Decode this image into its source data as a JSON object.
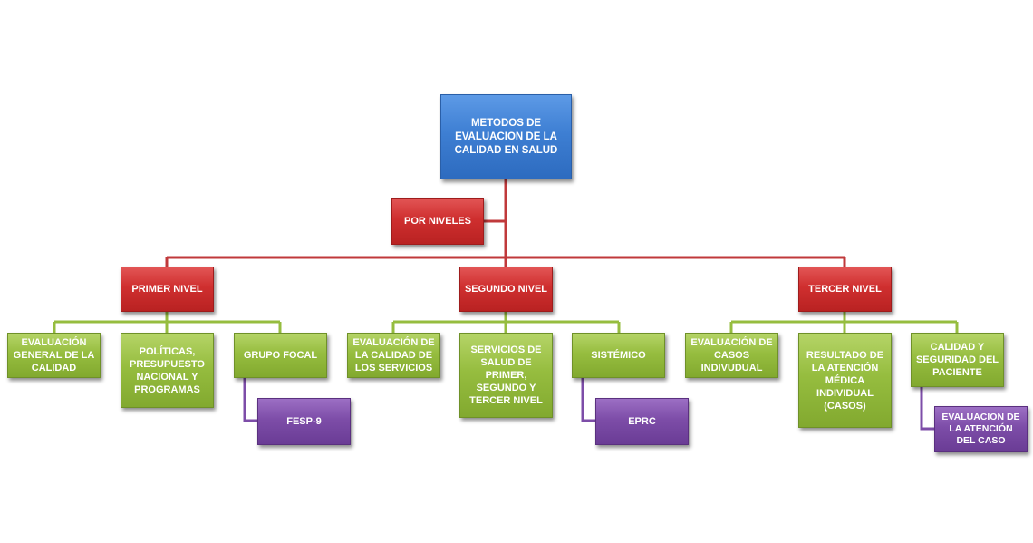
{
  "root": "METODOS DE EVALUACION DE LA CALIDAD EN SALUD",
  "category": "POR NIVELES",
  "levels": [
    {
      "label": "PRIMER NIVEL",
      "children": [
        "EVALUACIÓN GENERAL DE LA CALIDAD",
        "POLÍTICAS, PRESUPUESTO NACIONAL Y PROGRAMAS",
        "GRUPO FOCAL"
      ],
      "sub": "FESP-9"
    },
    {
      "label": "SEGUNDO NIVEL",
      "children": [
        "EVALUACIÓN DE LA CALIDAD DE LOS SERVICIOS",
        "SERVICIOS DE SALUD DE PRIMER, SEGUNDO Y TERCER NIVEL",
        "SISTÉMICO"
      ],
      "sub": "EPRC"
    },
    {
      "label": "TERCER NIVEL",
      "children": [
        "EVALUACIÓN DE CASOS INDIVUDUAL",
        "RESULTADO DE LA ATENCIÓN MÉDICA INDIVIDUAL (CASOS)",
        "CALIDAD Y SEGURIDAD DEL PACIENTE"
      ],
      "sub": "EVALUACION DE LA ATENCIÓN DEL CASO"
    }
  ],
  "colors": {
    "root": "#3e7fd3",
    "level": "#cf2f2f",
    "child": "#96bd3f",
    "sub": "#7d4da8",
    "line_red": "#c0393b",
    "line_green": "#96bd3f",
    "line_purple": "#7d4da8"
  }
}
